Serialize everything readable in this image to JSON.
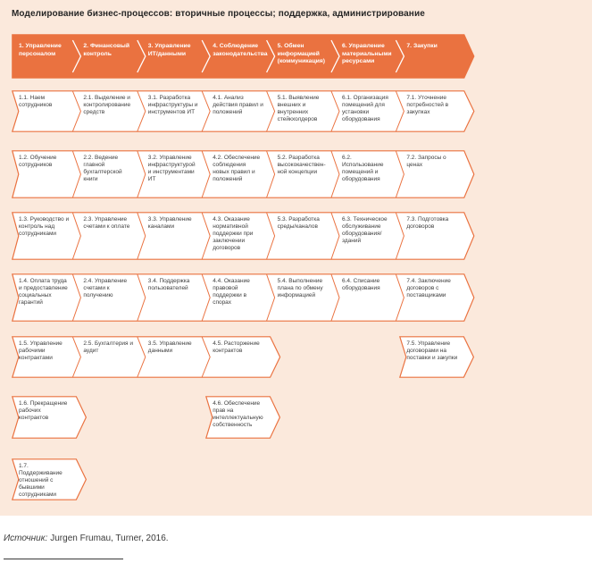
{
  "title": "Моделирование бизнес-процессов: вторичные процессы; поддержка, администрирование",
  "source": {
    "prefix": "Источник:",
    "text": "Jurgen Frumau, Turner, 2016."
  },
  "colors": {
    "accent_orange": "#EA7240",
    "panel_background": "#FBE9DC",
    "box_fill": "#FFFFFF",
    "box_text": "#3F3F3F",
    "header_text": "#FFFFFF"
  },
  "header": {
    "cells": [
      "1. Управление персоналом",
      "2. Финансовый контроль",
      "3. Управление ИТ/данными",
      "4. Соблюдение законодательства",
      "5. Обмен информацией (коммуникация)",
      "6. Управление материальными ресурсами",
      "7. Закупки"
    ]
  },
  "rows": [
    {
      "strips": [
        {
          "start": 0,
          "cells": [
            "1.1. Наем сотрудников",
            "2.1. Выделение и контролирование средств",
            "3.1. Разработка инфраструктуры и инструментов ИТ",
            "4.1. Анализ действия правил и положений",
            "5.1. Выявление внешних и внутренних стейкхолдеров",
            "6.1. Организация помещений для установки оборудования",
            "7.1. Уточнение потребностей в закупках"
          ]
        }
      ]
    },
    {
      "strips": [
        {
          "start": 0,
          "cells": [
            "1.2. Обучение сотрудников",
            "2.2. Ведение главной бухгалтерской книги",
            "3.2. Управление инфраструктурой и инструментами ИТ",
            "4.2. Обеспечение соблюдения новых правил и положений",
            "5.2. Разработка высококачествен-ной концепции",
            "6.2. Использование помещений и оборудования",
            "7.2. Запросы о ценах"
          ]
        }
      ]
    },
    {
      "strips": [
        {
          "start": 0,
          "cells": [
            "1.3. Руководство и контроль над сотрудниками",
            "2.3. Управление счетами к оплате",
            "3.3. Управление каналами",
            "4.3. Оказание нормативной поддержки при заключении договоров",
            "5.3. Разработка среды/каналов",
            "6.3. Техническое обслуживание оборудования/ зданий",
            "7.3. Подготовка договоров"
          ]
        }
      ]
    },
    {
      "strips": [
        {
          "start": 0,
          "cells": [
            "1.4. Оплата труда и предоставление социальных гарантий",
            "2.4. Управление счетами к получению",
            "3.4. Поддержка пользователей",
            "4.4. Оказание правовой поддержки в спорах",
            "5.4. Выполнение плана по обмену информацией",
            "6.4. Списание оборудования",
            "7.4. Заключение договоров с поставщиками"
          ]
        }
      ]
    },
    {
      "strips": [
        {
          "start": 0,
          "cells": [
            "1.5. Управление рабочими контрактами",
            "2.5. Бухгалтерия и аудит",
            "3.5. Управление данными",
            "4.5. Расторжение контрактов"
          ]
        },
        {
          "start": 6,
          "cells": [
            "7.5. Управление договорами на поставки и закупки"
          ]
        }
      ]
    },
    {
      "strips": [
        {
          "start": 0,
          "cells": [
            "1.6. Прекращение рабочих контрактов"
          ]
        },
        {
          "start": 3,
          "cells": [
            "4.6. Обеспечение прав на интеллектуальную собственность"
          ]
        }
      ]
    },
    {
      "strips": [
        {
          "start": 0,
          "cells": [
            "1.7. Поддерживание отношений с бывшими сотрудниками"
          ]
        }
      ]
    }
  ]
}
